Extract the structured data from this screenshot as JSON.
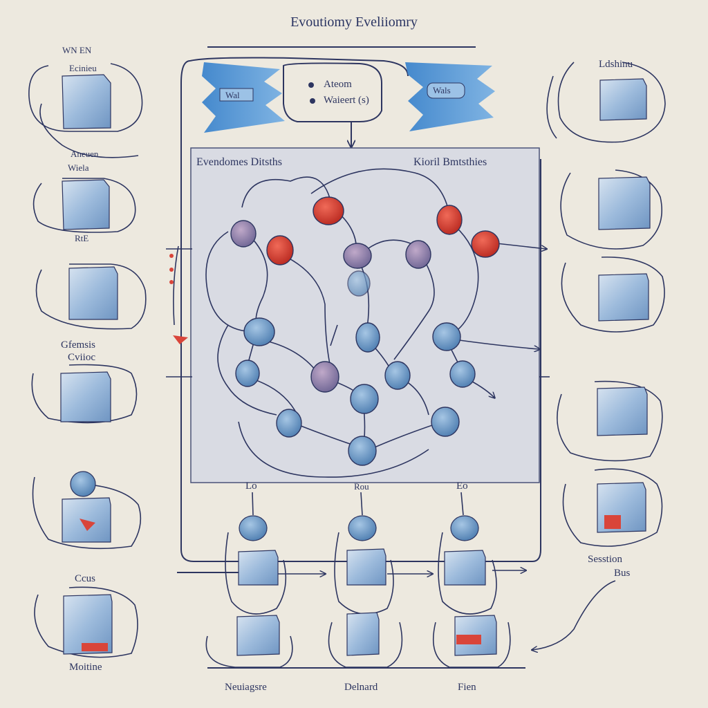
{
  "title": "Evoutiomy Eveliiomry",
  "top_legend": {
    "item_1": "Ateom",
    "item_2": "Waieert (s)",
    "left_flag": "Wal",
    "right_flag": "Wals"
  },
  "center_panel": {
    "left_label": "Evendomes Ditsths",
    "right_label": "Kioril Bmtsthies"
  },
  "left_column": {
    "label_1": "WN EN",
    "label_1b": "Ecinieu",
    "label_2": "Aneuen",
    "label_2b": "Wiela",
    "label_3": "RtE",
    "label_4": "Gfemsis",
    "label_4b": "Cviioc",
    "label_5": "Ccus",
    "label_6": "Moitine"
  },
  "right_column": {
    "label_1": "Ldshinu",
    "label_2": "Sesstion",
    "label_2b": "Bus"
  },
  "bottom_row": {
    "top_label_1": "Lo",
    "top_label_2": "Rou",
    "top_label_3": "Eo",
    "bottom_label_1": "Neuiagsre",
    "bottom_label_2": "Delnard",
    "bottom_label_3": "Fien"
  },
  "colors": {
    "background": "#ede9df",
    "ink": "#2d3560",
    "panel": "#dcdde4",
    "box_blue": "#8fb0d4",
    "node_blue": "#6f9cc8",
    "node_red": "#d9453a",
    "node_purple": "#8a7aa8"
  }
}
